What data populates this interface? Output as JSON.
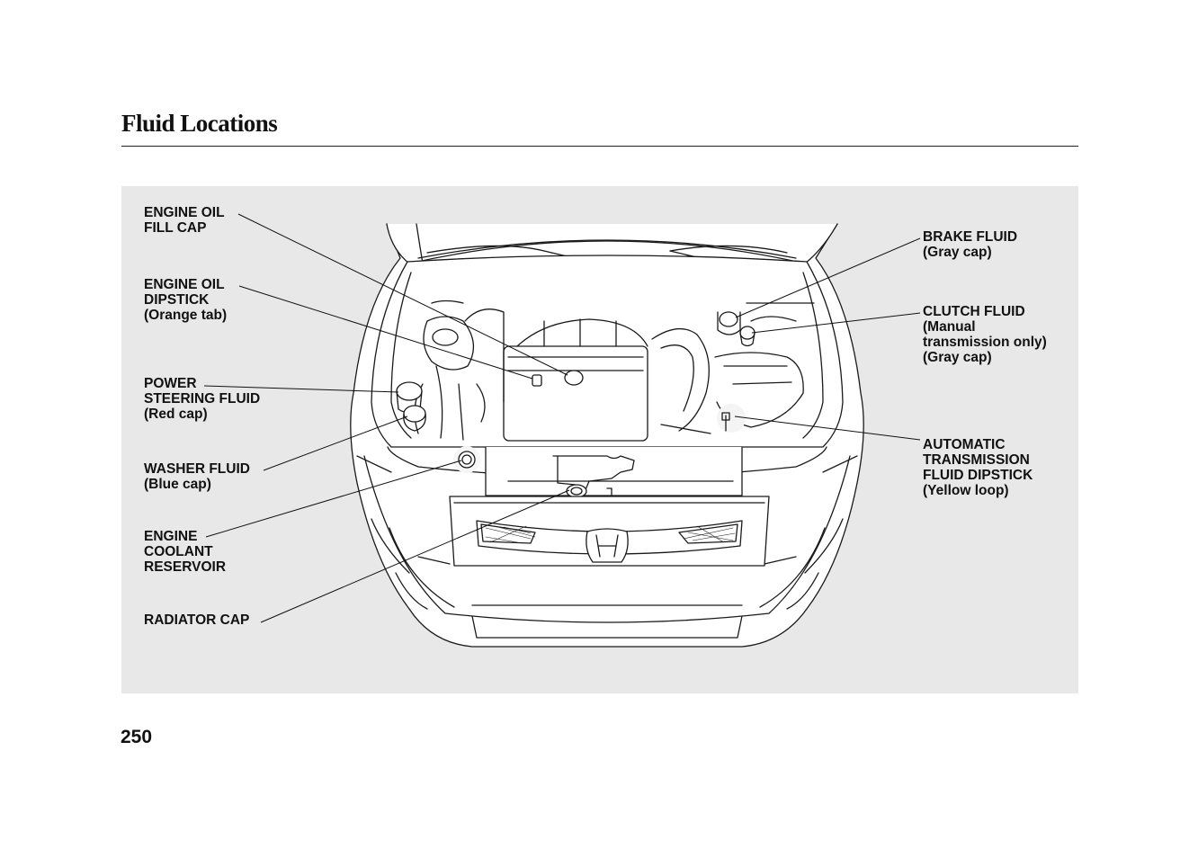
{
  "page": {
    "title": "Fluid Locations",
    "page_number": "250"
  },
  "colors": {
    "panel_background": "#e8e8e8",
    "ink": "#111111",
    "line_art": "#1a1a1a",
    "vehicle_fill": "#ffffff"
  },
  "figure": {
    "subject": "engine compartment of vehicle, front view with hood open",
    "emblem": "H",
    "labels_left": [
      {
        "id": "engine-oil-fill-cap",
        "lines": [
          "ENGINE OIL",
          "FILL CAP"
        ]
      },
      {
        "id": "engine-oil-dipstick",
        "lines": [
          "ENGINE OIL",
          "DIPSTICK",
          "(Orange tab)"
        ]
      },
      {
        "id": "power-steering-fluid",
        "lines": [
          "POWER",
          "STEERING FLUID",
          "(Red cap)"
        ]
      },
      {
        "id": "washer-fluid",
        "lines": [
          "WASHER FLUID",
          "(Blue cap)"
        ]
      },
      {
        "id": "engine-coolant-reservoir",
        "lines": [
          "ENGINE",
          "COOLANT",
          "RESERVOIR"
        ]
      },
      {
        "id": "radiator-cap",
        "lines": [
          "RADIATOR CAP"
        ]
      }
    ],
    "labels_right": [
      {
        "id": "brake-fluid",
        "lines": [
          "BRAKE FLUID",
          "(Gray cap)"
        ]
      },
      {
        "id": "clutch-fluid",
        "lines": [
          "CLUTCH FLUID",
          "(Manual",
          "transmission only)",
          "(Gray cap)"
        ]
      },
      {
        "id": "automatic-transmission-fluid-dipstick",
        "lines": [
          "AUTOMATIC",
          "TRANSMISSION",
          "FLUID DIPSTICK",
          "(Yellow loop)"
        ]
      }
    ]
  }
}
